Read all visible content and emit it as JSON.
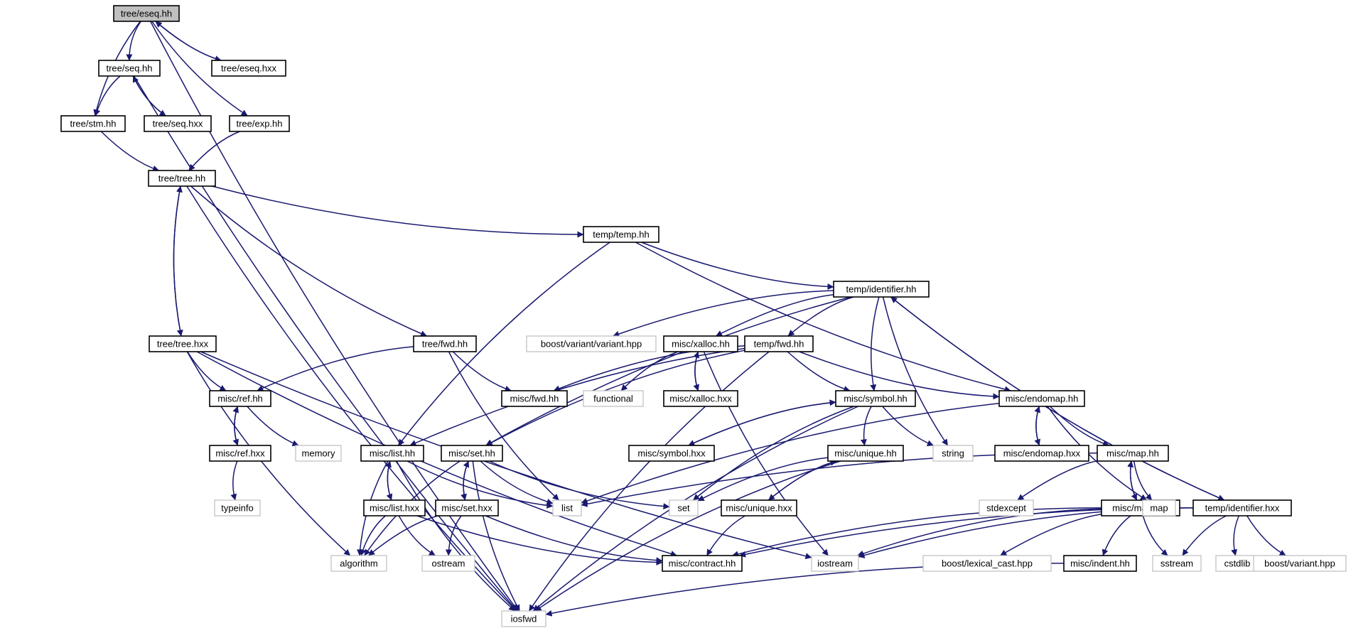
{
  "diagram": {
    "edge_color": "#191970",
    "nodes": [
      {
        "id": "eseq_hh",
        "label": "tree/eseq.hh",
        "kind": "root"
      },
      {
        "id": "seq_hh",
        "label": "tree/seq.hh",
        "kind": "local"
      },
      {
        "id": "eseq_hxx",
        "label": "tree/eseq.hxx",
        "kind": "local"
      },
      {
        "id": "stm_hh",
        "label": "tree/stm.hh",
        "kind": "local"
      },
      {
        "id": "seq_hxx",
        "label": "tree/seq.hxx",
        "kind": "local"
      },
      {
        "id": "exp_hh",
        "label": "tree/exp.hh",
        "kind": "local"
      },
      {
        "id": "tree_hh",
        "label": "tree/tree.hh",
        "kind": "local"
      },
      {
        "id": "temp_hh",
        "label": "temp/temp.hh",
        "kind": "local"
      },
      {
        "id": "identifier_hh",
        "label": "temp/identifier.hh",
        "kind": "local"
      },
      {
        "id": "tree_hxx",
        "label": "tree/tree.hxx",
        "kind": "local"
      },
      {
        "id": "tree_fwd_hh",
        "label": "tree/fwd.hh",
        "kind": "local"
      },
      {
        "id": "boost_variant_variant",
        "label": "boost/variant/variant.hpp",
        "kind": "system"
      },
      {
        "id": "xalloc_hh",
        "label": "misc/xalloc.hh",
        "kind": "local"
      },
      {
        "id": "temp_fwd_hh",
        "label": "temp/fwd.hh",
        "kind": "local"
      },
      {
        "id": "ref_hh",
        "label": "misc/ref.hh",
        "kind": "local"
      },
      {
        "id": "misc_fwd_hh",
        "label": "misc/fwd.hh",
        "kind": "local"
      },
      {
        "id": "functional",
        "label": "functional",
        "kind": "system"
      },
      {
        "id": "xalloc_hxx",
        "label": "misc/xalloc.hxx",
        "kind": "local"
      },
      {
        "id": "symbol_hh",
        "label": "misc/symbol.hh",
        "kind": "local"
      },
      {
        "id": "endomap_hh",
        "label": "misc/endomap.hh",
        "kind": "local"
      },
      {
        "id": "memory",
        "label": "memory",
        "kind": "system"
      },
      {
        "id": "ref_hxx",
        "label": "misc/ref.hxx",
        "kind": "local"
      },
      {
        "id": "list_hh",
        "label": "misc/list.hh",
        "kind": "local"
      },
      {
        "id": "set_hh",
        "label": "misc/set.hh",
        "kind": "local"
      },
      {
        "id": "symbol_hxx",
        "label": "misc/symbol.hxx",
        "kind": "local"
      },
      {
        "id": "unique_hh",
        "label": "misc/unique.hh",
        "kind": "local"
      },
      {
        "id": "string",
        "label": "string",
        "kind": "system"
      },
      {
        "id": "endomap_hxx",
        "label": "misc/endomap.hxx",
        "kind": "local"
      },
      {
        "id": "map_hh",
        "label": "misc/map.hh",
        "kind": "local"
      },
      {
        "id": "typeinfo",
        "label": "typeinfo",
        "kind": "system"
      },
      {
        "id": "list_hxx",
        "label": "misc/list.hxx",
        "kind": "local"
      },
      {
        "id": "set_hxx",
        "label": "misc/set.hxx",
        "kind": "local"
      },
      {
        "id": "list",
        "label": "list",
        "kind": "system"
      },
      {
        "id": "set",
        "label": "set",
        "kind": "system"
      },
      {
        "id": "unique_hxx",
        "label": "misc/unique.hxx",
        "kind": "local"
      },
      {
        "id": "stdexcept",
        "label": "stdexcept",
        "kind": "system"
      },
      {
        "id": "map_hxx",
        "label": "misc/map.hxx",
        "kind": "local"
      },
      {
        "id": "map",
        "label": "map",
        "kind": "system"
      },
      {
        "id": "identifier_hxx",
        "label": "temp/identifier.hxx",
        "kind": "local"
      },
      {
        "id": "algorithm",
        "label": "algorithm",
        "kind": "system"
      },
      {
        "id": "ostream",
        "label": "ostream",
        "kind": "system"
      },
      {
        "id": "contract_hh",
        "label": "misc/contract.hh",
        "kind": "local"
      },
      {
        "id": "iostream",
        "label": "iostream",
        "kind": "system"
      },
      {
        "id": "lexical_cast",
        "label": "boost/lexical_cast.hpp",
        "kind": "system"
      },
      {
        "id": "sstream",
        "label": "sstream",
        "kind": "system"
      },
      {
        "id": "cstdlib",
        "label": "cstdlib",
        "kind": "system"
      },
      {
        "id": "boost_variant",
        "label": "boost/variant.hpp",
        "kind": "system"
      },
      {
        "id": "indent_hh",
        "label": "misc/indent.hh",
        "kind": "local"
      },
      {
        "id": "iosfwd",
        "label": "iosfwd",
        "kind": "system"
      }
    ],
    "edges": [
      {
        "from": "eseq_hh",
        "to": "seq_hh"
      },
      {
        "from": "eseq_hh",
        "to": "eseq_hxx"
      },
      {
        "from": "eseq_hh",
        "to": "stm_hh"
      },
      {
        "from": "eseq_hh",
        "to": "exp_hh"
      },
      {
        "from": "eseq_hh",
        "to": "iosfwd"
      },
      {
        "from": "eseq_hxx",
        "to": "eseq_hh"
      },
      {
        "from": "seq_hh",
        "to": "stm_hh"
      },
      {
        "from": "seq_hh",
        "to": "seq_hxx"
      },
      {
        "from": "seq_hh",
        "to": "iosfwd"
      },
      {
        "from": "seq_hxx",
        "to": "seq_hh"
      },
      {
        "from": "stm_hh",
        "to": "tree_hh"
      },
      {
        "from": "exp_hh",
        "to": "tree_hh"
      },
      {
        "from": "tree_hh",
        "to": "temp_hh"
      },
      {
        "from": "tree_hh",
        "to": "tree_hxx"
      },
      {
        "from": "tree_hh",
        "to": "tree_fwd_hh"
      },
      {
        "from": "tree_hh",
        "to": "iosfwd"
      },
      {
        "from": "tree_hxx",
        "to": "tree_hh"
      },
      {
        "from": "tree_hxx",
        "to": "ref_hh"
      },
      {
        "from": "tree_hxx",
        "to": "algorithm"
      },
      {
        "from": "tree_hxx",
        "to": "contract_hh"
      },
      {
        "from": "tree_hxx",
        "to": "iostream"
      },
      {
        "from": "temp_hh",
        "to": "identifier_hh"
      },
      {
        "from": "temp_hh",
        "to": "list_hh"
      },
      {
        "from": "temp_hh",
        "to": "endomap_hh"
      },
      {
        "from": "tree_fwd_hh",
        "to": "ref_hh"
      },
      {
        "from": "tree_fwd_hh",
        "to": "misc_fwd_hh"
      },
      {
        "from": "tree_fwd_hh",
        "to": "list"
      },
      {
        "from": "identifier_hh",
        "to": "boost_variant_variant"
      },
      {
        "from": "identifier_hh",
        "to": "xalloc_hh"
      },
      {
        "from": "identifier_hh",
        "to": "temp_fwd_hh"
      },
      {
        "from": "identifier_hh",
        "to": "symbol_hh"
      },
      {
        "from": "identifier_hh",
        "to": "string"
      },
      {
        "from": "identifier_hh",
        "to": "set_hh"
      },
      {
        "from": "identifier_hh",
        "to": "identifier_hxx"
      },
      {
        "from": "identifier_hxx",
        "to": "identifier_hh"
      },
      {
        "from": "xalloc_hh",
        "to": "functional"
      },
      {
        "from": "xalloc_hh",
        "to": "xalloc_hxx"
      },
      {
        "from": "xalloc_hh",
        "to": "iostream"
      },
      {
        "from": "xalloc_hxx",
        "to": "xalloc_hh"
      },
      {
        "from": "temp_fwd_hh",
        "to": "misc_fwd_hh"
      },
      {
        "from": "temp_fwd_hh",
        "to": "symbol_hh"
      },
      {
        "from": "temp_fwd_hh",
        "to": "endomap_hh"
      },
      {
        "from": "temp_fwd_hh",
        "to": "list_hh"
      },
      {
        "from": "temp_fwd_hh",
        "to": "set_hh"
      },
      {
        "from": "temp_fwd_hh",
        "to": "iosfwd"
      },
      {
        "from": "ref_hh",
        "to": "memory"
      },
      {
        "from": "ref_hh",
        "to": "ref_hxx"
      },
      {
        "from": "ref_hxx",
        "to": "ref_hh"
      },
      {
        "from": "ref_hxx",
        "to": "typeinfo"
      },
      {
        "from": "symbol_hh",
        "to": "symbol_hxx"
      },
      {
        "from": "symbol_hh",
        "to": "unique_hh"
      },
      {
        "from": "symbol_hh",
        "to": "string"
      },
      {
        "from": "symbol_hh",
        "to": "set"
      },
      {
        "from": "symbol_hh",
        "to": "iosfwd"
      },
      {
        "from": "symbol_hxx",
        "to": "symbol_hh"
      },
      {
        "from": "endomap_hh",
        "to": "endomap_hxx"
      },
      {
        "from": "endomap_hh",
        "to": "map_hh"
      },
      {
        "from": "endomap_hh",
        "to": "list"
      },
      {
        "from": "endomap_hh",
        "to": "map"
      },
      {
        "from": "endomap_hxx",
        "to": "endomap_hh"
      },
      {
        "from": "list_hh",
        "to": "list_hxx"
      },
      {
        "from": "list_hh",
        "to": "list"
      },
      {
        "from": "list_hh",
        "to": "algorithm"
      },
      {
        "from": "list_hh",
        "to": "iosfwd"
      },
      {
        "from": "list_hxx",
        "to": "list_hh"
      },
      {
        "from": "list_hxx",
        "to": "algorithm"
      },
      {
        "from": "list_hxx",
        "to": "ostream"
      },
      {
        "from": "list_hxx",
        "to": "contract_hh"
      },
      {
        "from": "set_hh",
        "to": "set_hxx"
      },
      {
        "from": "set_hh",
        "to": "list"
      },
      {
        "from": "set_hh",
        "to": "set"
      },
      {
        "from": "set_hh",
        "to": "algorithm"
      },
      {
        "from": "set_hh",
        "to": "iosfwd"
      },
      {
        "from": "set_hxx",
        "to": "set_hh"
      },
      {
        "from": "set_hxx",
        "to": "algorithm"
      },
      {
        "from": "set_hxx",
        "to": "ostream"
      },
      {
        "from": "set_hxx",
        "to": "contract_hh"
      },
      {
        "from": "unique_hh",
        "to": "unique_hxx"
      },
      {
        "from": "unique_hh",
        "to": "set"
      },
      {
        "from": "unique_hh",
        "to": "iosfwd"
      },
      {
        "from": "unique_hxx",
        "to": "unique_hh"
      },
      {
        "from": "unique_hxx",
        "to": "contract_hh"
      },
      {
        "from": "map_hh",
        "to": "map_hxx"
      },
      {
        "from": "map_hh",
        "to": "list"
      },
      {
        "from": "map_hh",
        "to": "stdexcept"
      },
      {
        "from": "map_hh",
        "to": "map"
      },
      {
        "from": "map_hxx",
        "to": "map_hh"
      },
      {
        "from": "map_hxx",
        "to": "contract_hh"
      },
      {
        "from": "map_hxx",
        "to": "iostream"
      },
      {
        "from": "map_hxx",
        "to": "lexical_cast"
      },
      {
        "from": "map_hxx",
        "to": "indent_hh"
      },
      {
        "from": "map_hxx",
        "to": "sstream"
      },
      {
        "from": "identifier_hxx",
        "to": "contract_hh"
      },
      {
        "from": "identifier_hxx",
        "to": "iostream"
      },
      {
        "from": "identifier_hxx",
        "to": "sstream"
      },
      {
        "from": "identifier_hxx",
        "to": "cstdlib"
      },
      {
        "from": "identifier_hxx",
        "to": "boost_variant"
      },
      {
        "from": "indent_hh",
        "to": "iosfwd"
      }
    ]
  }
}
